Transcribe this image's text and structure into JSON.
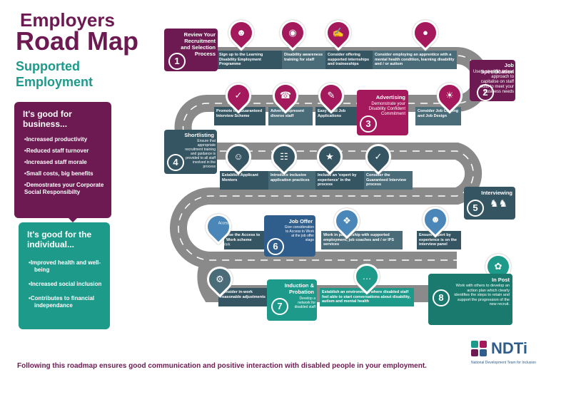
{
  "header": {
    "title_line1": "Employers",
    "title_line2": "Road Map",
    "subtitle": "Supported Employment"
  },
  "business_panel": {
    "heading": "It's good for business...",
    "items": [
      "Increased productivity",
      "Reduced staff turnover",
      "Increased staff morale",
      "Small costs, big benefits",
      "Demostrates your Corporate Social Responsibilty"
    ]
  },
  "individual_panel": {
    "heading": "It's good for the individual...",
    "items": [
      "Improved health and well-being",
      "Increased social inclusion",
      "Contributes to financial independance"
    ]
  },
  "steps": [
    {
      "num": "1",
      "title": "Review Your Recruitment and Selection Process",
      "text": ""
    },
    {
      "num": "2",
      "title": "Job Specification",
      "text": "Use a strength based approach to capitalise on staff skills to meet your business needs"
    },
    {
      "num": "3",
      "title": "Advertising",
      "text": "Demonstrate your Disability Confident Commitment"
    },
    {
      "num": "4",
      "title": "Shortlisting",
      "text": "Ensure that appropriate recruitment training and guidance is provided to all staff involved in the process"
    },
    {
      "num": "5",
      "title": "Interviewing",
      "text": ""
    },
    {
      "num": "6",
      "title": "Job Offer",
      "text": "Give consideration to Access to Work at the job offer stage"
    },
    {
      "num": "7",
      "title": "Induction & Probation",
      "text": "Develop a network for disabled staff"
    },
    {
      "num": "8",
      "title": "In Post",
      "text": "Work with others to develop an action plan which clearly identifies the steps to retain and support the progression of the new recruit."
    }
  ],
  "row1": [
    "Sign up to the Learning Disability Employment Programme",
    "Disability awareness training for staff",
    "Consider offering supported internships and traineeships",
    "Consider employing an apprentice with a mental health condition, learning disability and / or autism"
  ],
  "row2": [
    "Promote the Guaranteed Interview Scheme",
    "Adverts represent diverse staff",
    "Easy Read Job Applications",
    "Consider Job Carving and Job Design"
  ],
  "row3": [
    "Establish Applicant Mentors",
    "Introduce inclusive application practices",
    "Include an 'expert by experience' in the process",
    "Consider the Guaranteed Interview process"
  ],
  "row4": [
    "Use the Access to Work scheme",
    "Work in partnership with supported employment, job coaches and / or IPS services",
    "Ensure expert by experience is on the interview panel"
  ],
  "row5": [
    "Consider in-work reasonable adjustments",
    "Establish an environment where disabled staff feel able to start conversations about disability, autism and mental health"
  ],
  "pin_label": "Access to Work",
  "logo": {
    "name": "NDTi",
    "caption": "National Development Team for Inclusion"
  },
  "footer": "Following this roadmap ensures good communication and positive interaction with disabled people in your employment.",
  "colors": {
    "plum": "#6d1a52",
    "magenta": "#a3195b",
    "teal": "#1e9a8a",
    "slate": "#355563",
    "road": "#8a8a8a"
  }
}
